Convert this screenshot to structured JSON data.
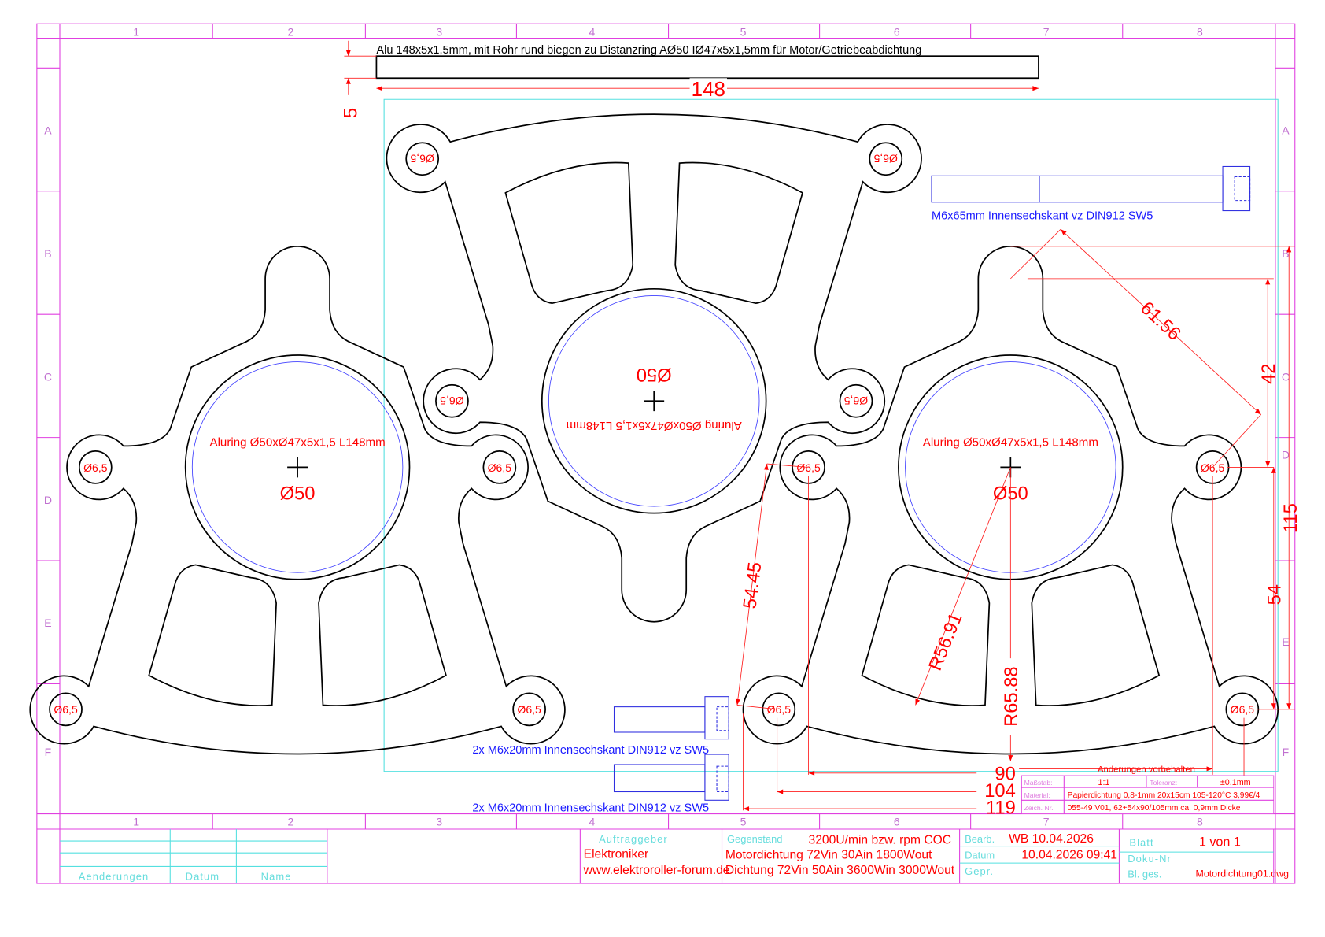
{
  "header_note": "Alu 148x5x1,5mm, mit Rohr rund biegen zu Distanzring AØ50 IØ47x5x1,5mm für Motor/Getriebeabdichtung",
  "zones": {
    "columns": [
      "1",
      "2",
      "3",
      "4",
      "5",
      "6",
      "7",
      "8"
    ],
    "rows": [
      "A",
      "B",
      "C",
      "D",
      "E",
      "F"
    ]
  },
  "gaskets": [
    {
      "ring_label": "Aluring Ø50xØ47x5x1,5 L148mm",
      "bore_label": "Ø50",
      "holes": [
        "Ø6,5",
        "Ø6,5",
        "Ø6,5",
        "Ø6,5"
      ]
    },
    {
      "ring_label": "Aluring Ø50xØ47x5x1,5 L148mm",
      "bore_label": "Ø50",
      "holes": [
        "Ø6,5",
        "Ø6,5",
        "Ø6,5",
        "Ø6,5"
      ]
    },
    {
      "ring_label": "Aluring Ø50xØ47x5x1,5 L148mm",
      "bore_label": "Ø50",
      "holes": [
        "Ø6,5",
        "Ø6,5",
        "Ø6,5",
        "Ø6,5"
      ]
    }
  ],
  "bolts": {
    "long": "M6x65mm Innensechskant vz DIN912 SW5",
    "short1": "2x M6x20mm Innensechskant DIN912 vz SW5",
    "short2": "2x M6x20mm Innensechskant DIN912 vz SW5"
  },
  "dimensions": {
    "bar_length": "148",
    "bar_width": "5",
    "diag": "61.56",
    "v42": "42",
    "v115": "115",
    "v54": "54",
    "d5445": "54.45",
    "r5691": "R56.91",
    "r6588": "R65.88",
    "h90": "90",
    "h104": "104",
    "h119": "119"
  },
  "spec_table": {
    "title": "Änderungen vorbehalten",
    "scale_label": "Maßstab:",
    "scale": "1:1",
    "tolerance_label": "Toleranz:",
    "tolerance": "±0.1mm",
    "material_label": "Material:",
    "material": "Papierdichtung 0,8-1mm 20x15cm 105-120°C 3,99€/4",
    "drawing_no_label": "Zeich. Nr.",
    "drawing_no": "055-49 V01, 62+54x90/105mm ca. 0,9mm Dicke"
  },
  "title_block": {
    "changes_header": "Aenderungen",
    "date_header": "Datum",
    "name_header": "Name",
    "client_label": "Auftraggeber",
    "client_name": "Elektroniker",
    "client_url": "www.elektroroller-forum.de",
    "subject_label": "Gegenstand",
    "subject_line1": "3200U/min bzw. rpm COC",
    "subject_line2": "Motordichtung 72Vin 30Ain 1800Wout",
    "subject_line3": "Dichtung 72Vin 50Ain 3600Win 3000Wout",
    "edited_label": "Bearb.",
    "edited_value": "WB 10.04.2026",
    "date_label": "Datum",
    "date_value": "10.04.2026 09:41",
    "checked_label": "Gepr.",
    "sheet_label": "Blatt",
    "sheet_value": "1 von 1",
    "doc_no_label": "Doku-Nr",
    "sheets_total_label": "Bl. ges.",
    "file_name": "Motordichtung01.dwg"
  },
  "colors": {
    "frame": "#e040e0",
    "dimension": "#ff0000",
    "bolt": "#1a1aff",
    "helper": "#55e0e0"
  }
}
